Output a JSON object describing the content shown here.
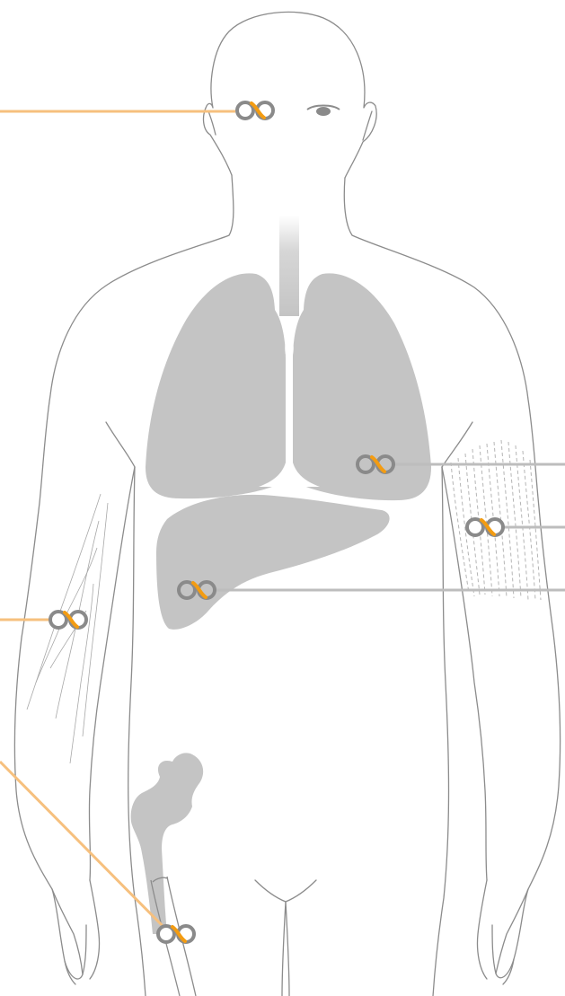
{
  "colors": {
    "background": "#ffffff",
    "outline": "#8c8c8c",
    "organ_fill": "#c4c4c4",
    "leader_orange": "#f6c07e",
    "leader_gray": "#bdbdbd",
    "marker_gray": "#8a8a8a",
    "marker_accent": "#f39c12",
    "eye": "#8c8c8c"
  },
  "icons": {
    "marker": "infinity-link-icon"
  },
  "markers": [
    {
      "id": "eye",
      "leader": "orange"
    },
    {
      "id": "lung",
      "leader": "gray"
    },
    {
      "id": "arm-muscle",
      "leader": "gray"
    },
    {
      "id": "liver",
      "leader": "gray"
    },
    {
      "id": "forearm-vessels",
      "leader": "orange"
    },
    {
      "id": "femur-bone",
      "leader": "orange"
    }
  ]
}
